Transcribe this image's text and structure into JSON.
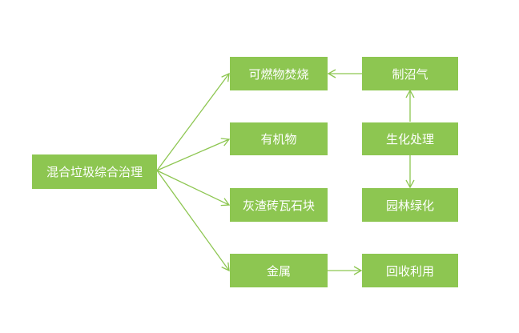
{
  "diagram": {
    "nodes": {
      "root": "混合垃圾综合治理",
      "combustible": "可燃物焚烧",
      "organic": "有机物",
      "rubble": "灰渣砖瓦石块",
      "metal": "金属",
      "biogas": "制沼气",
      "biotreat": "生化处理",
      "greening": "园林绿化",
      "recycle": "回收利用"
    },
    "colors": {
      "node_fill": "#8dc651",
      "node_text": "#ffffff",
      "arrow": "#8dc651",
      "background": "#ffffff"
    },
    "edges": [
      {
        "from": "root",
        "to": "combustible"
      },
      {
        "from": "root",
        "to": "organic"
      },
      {
        "from": "root",
        "to": "rubble"
      },
      {
        "from": "root",
        "to": "metal"
      },
      {
        "from": "biogas",
        "to": "combustible"
      },
      {
        "from": "biotreat",
        "to": "biogas"
      },
      {
        "from": "biotreat",
        "to": "greening"
      },
      {
        "from": "metal",
        "to": "recycle"
      }
    ]
  }
}
